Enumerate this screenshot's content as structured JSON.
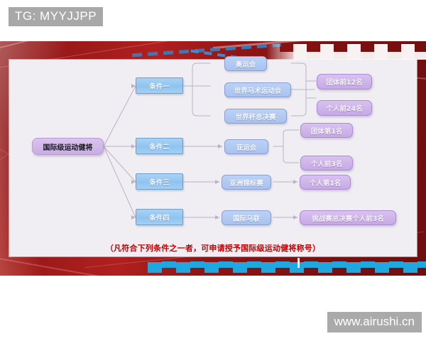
{
  "overlay": {
    "tg_badge": "TG: MYYJJPP",
    "watermark": "www.airushi.cn"
  },
  "slide": {
    "caption": "（凡符合下列条件之一者，可申请授予国际级运动健将称号）",
    "caption_color": "#c00000",
    "background_color": "#9e1a1a",
    "panel_color": "#f0eef3",
    "accent_cyan": "#1fa8e0"
  },
  "diagram": {
    "root": {
      "label": "国际级运动健将",
      "color": "#c8aee4"
    },
    "conditions": [
      {
        "label": "条件一",
        "color": "#8fc4f0"
      },
      {
        "label": "条件二",
        "color": "#8fc4f0"
      },
      {
        "label": "条件三",
        "color": "#8fc4f0"
      },
      {
        "label": "条件四",
        "color": "#8fc4f0"
      }
    ],
    "events": [
      {
        "label": "奥运会",
        "color": "#a9c3f0"
      },
      {
        "label": "世界马术运动会",
        "color": "#a9c3f0"
      },
      {
        "label": "世界杯总决赛",
        "color": "#a9c3f0"
      },
      {
        "label": "亚运会",
        "color": "#a9c3f0"
      },
      {
        "label": "亚洲锦标赛",
        "color": "#a9c3f0"
      },
      {
        "label": "国际马联",
        "color": "#a9c3f0"
      }
    ],
    "results": [
      {
        "label": "团体前12名",
        "color": "#c6a9e6"
      },
      {
        "label": "个人前24名",
        "color": "#c6a9e6"
      },
      {
        "label": "团体第1名",
        "color": "#c6a9e6"
      },
      {
        "label": "个人前3名",
        "color": "#c6a9e6"
      },
      {
        "label": "个人第1名",
        "color": "#c6a9e6"
      },
      {
        "label": "挑战赛总决赛个人前3名",
        "color": "#c6a9e6"
      }
    ]
  }
}
